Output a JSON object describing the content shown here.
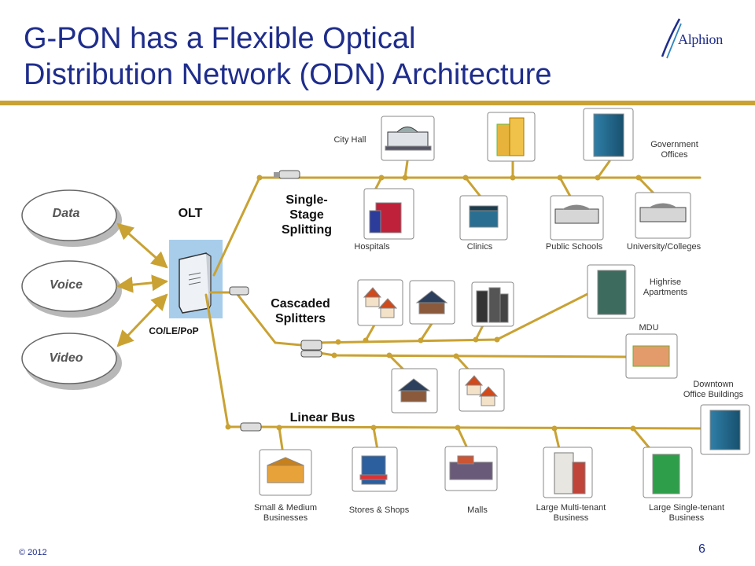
{
  "title_line1": "G-PON has a Flexible Optical",
  "title_line2": "Distribution Network (ODN) Architecture",
  "logo": {
    "text": "Alphion",
    "mark": "alphion-swoosh-logo"
  },
  "services": [
    "Data",
    "Voice",
    "Video"
  ],
  "olt": {
    "label": "OLT",
    "sublabel": "CO/LE/PoP"
  },
  "sections": {
    "single_stage": "Single-\nStage\nSplitting",
    "cascaded": "Cascaded\nSplitters",
    "linear_bus": "Linear Bus"
  },
  "endpoints": {
    "city_hall": "City Hall",
    "government": "Government\nOffices",
    "hospitals": "Hospitals",
    "clinics": "Clinics",
    "public_schools": "Public Schools",
    "university": "University/Colleges",
    "highrise": "Highrise\nApartments",
    "mdu": "MDU",
    "downtown": "Downtown\nOffice Buildings",
    "small_medium": "Small & Medium\nBusinesses",
    "stores": "Stores & Shops",
    "malls": "Malls",
    "multi_tenant": "Large Multi-tenant\nBusiness",
    "single_tenant": "Large Single-tenant\nBusiness"
  },
  "footer": {
    "copyright": "© 2012",
    "page": "6"
  },
  "colors": {
    "title": "#1e2d8c",
    "fiber": "#c9a233",
    "rule": "#c9a233"
  }
}
